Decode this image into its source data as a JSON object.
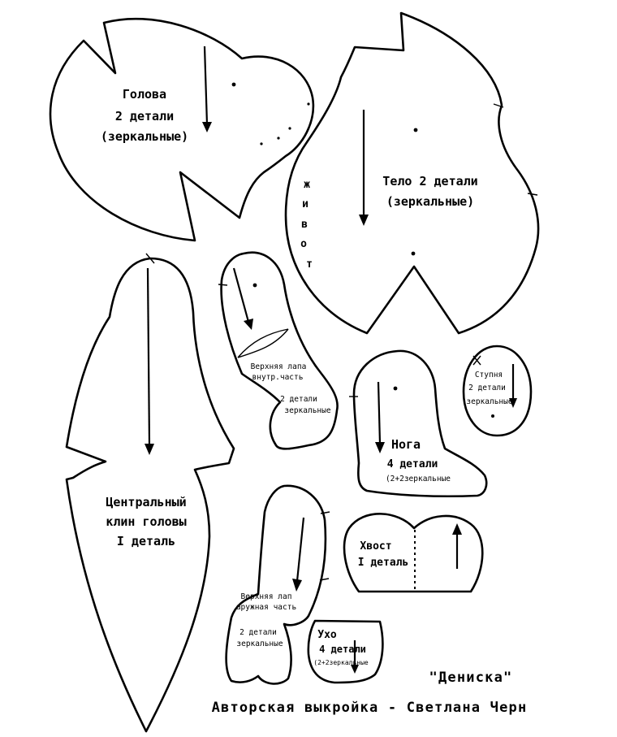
{
  "pieces": {
    "head": {
      "line1": "Голова",
      "line2": "2 детали",
      "line3": "(зеркальные)"
    },
    "body": {
      "line1": "Тело 2 детали",
      "line2": "(зеркальные)",
      "belly_letters": [
        "ж",
        "и",
        "в",
        "о",
        "т"
      ]
    },
    "center_wedge": {
      "line1": "Центральный",
      "line2": "клин головы",
      "line3": "I деталь"
    },
    "paw_inner": {
      "line1": "Верхняя лапа",
      "line2": "внутр.часть",
      "line3": "2 детали",
      "line4": "зеркальные"
    },
    "paw_outer": {
      "line1": "Верхняя лап",
      "line2": "аружная часть",
      "line3": "2 детали",
      "line4": "зеркальные"
    },
    "leg": {
      "line1": "Нога",
      "line2": "4 детали",
      "line3": "(2+2зеркальные"
    },
    "sole": {
      "line1": "Ступня",
      "line2": "2 детали",
      "line3": "зеркальные"
    },
    "tail": {
      "line1": "Хвост",
      "line2": "I деталь"
    },
    "ear": {
      "line1": "Ухо",
      "line2": "4 детали",
      "line3": "(2+2зеркальные"
    }
  },
  "footer": {
    "name": "\"Дениска\"",
    "author": "Авторская выкройка - Светлана Черн"
  }
}
